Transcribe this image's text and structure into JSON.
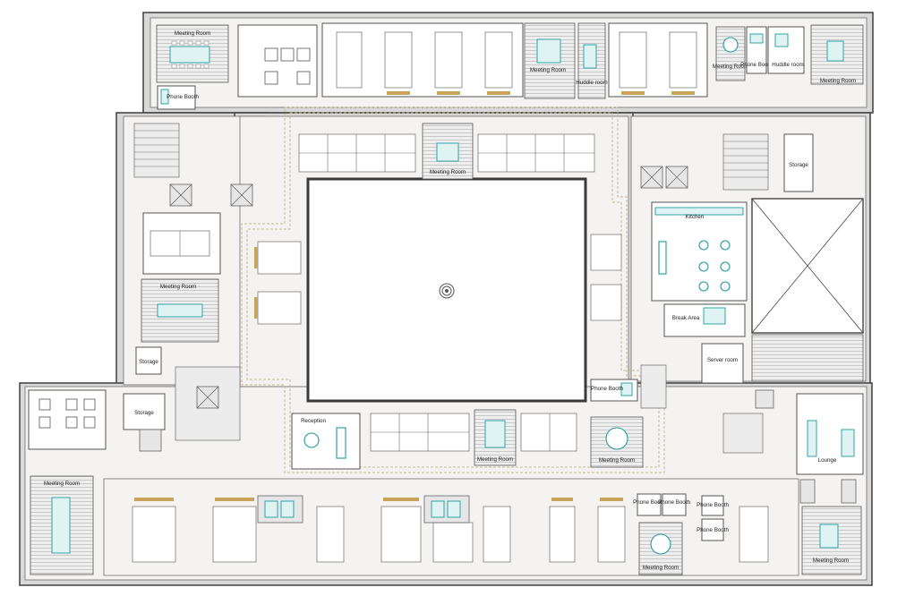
{
  "plan": {
    "rooms": {
      "meeting_nw": "Meeting Room",
      "phone_booth_nw": "Phone Booth",
      "meeting_top_mid": "Meeting Room",
      "huddle_top": "Huddle room",
      "meeting_top_right_a": "Meeting Room",
      "phone_booth_top": "Phone Booth",
      "huddle_top_right": "Huddle room",
      "meeting_ne": "Meeting Room",
      "meeting_center_top": "Meeting Room",
      "storage_east": "Storage",
      "kitchen": "Kitchen",
      "break_area": "Break Area",
      "server_room": "Server room",
      "meeting_west": "Meeting Room",
      "storage_west": "Storage",
      "storage_sw": "Storage",
      "phone_booth_center": "Phone Booth",
      "reception": "Reception",
      "meeting_center_bottom": "Meeting Room",
      "meeting_south_round": "Meeting Room",
      "lounge": "Lounge",
      "meeting_sw": "Meeting Room",
      "phone_booth_s1": "Phone Booth",
      "phone_booth_s2": "Phone Booth",
      "phone_booth_s3": "Phone Booth",
      "phone_booth_s4": "Phone Booth",
      "meeting_south_bottom": "Meeting Room",
      "meeting_se": "Meeting Room"
    }
  },
  "colors": {
    "accent_teal": "#1f9aa0",
    "wall": "#4a4a4a",
    "floor": "#f4f3f1",
    "desk_accent": "#c8a55a",
    "path": "#c9b892"
  }
}
